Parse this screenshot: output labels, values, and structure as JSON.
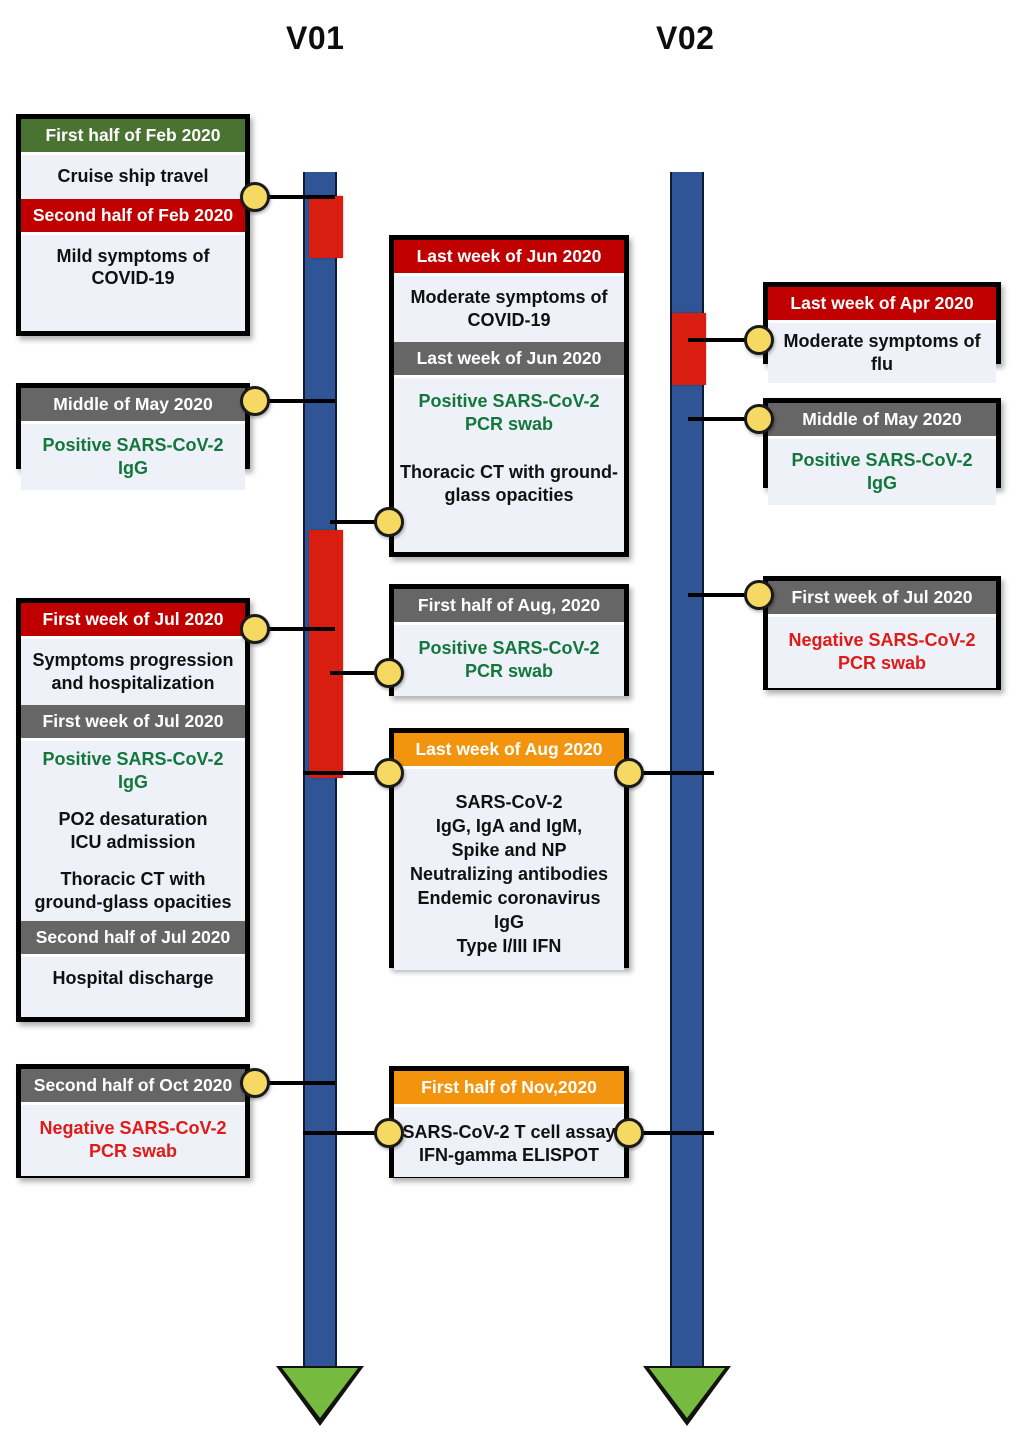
{
  "diagram": {
    "title": "COVID-19 patient timeline V01 / V02",
    "colors": {
      "axis_blue": "#2f5597",
      "axis_red": "#d91d11",
      "arrow_green": "#76bb3f",
      "header_grey": "#666666",
      "header_red": "#c00000",
      "header_green": "#4a7230",
      "header_orange": "#f2940d",
      "body_bg": "#eef1f8",
      "text_green": "#13773d",
      "text_red": "#e01b17",
      "connector_dot": "#f6d963"
    },
    "axes": [
      {
        "label": "V01"
      },
      {
        "label": "V02"
      }
    ]
  },
  "left_column": [
    {
      "name": "feb-2020-card",
      "segments": [
        {
          "type": "header",
          "style": "green",
          "text": "First half of Feb 2020"
        },
        {
          "type": "body",
          "style": "plain",
          "text": "Cruise ship travel"
        },
        {
          "type": "header",
          "style": "red",
          "text": "Second half of Feb 2020"
        },
        {
          "type": "body",
          "style": "plain",
          "text": "Mild symptoms of COVID-19"
        }
      ]
    },
    {
      "name": "may-2020-card",
      "segments": [
        {
          "type": "header",
          "style": "grey",
          "text": "Middle of May 2020"
        },
        {
          "type": "body",
          "style": "green",
          "text": "Positive SARS-CoV-2 IgG"
        }
      ]
    },
    {
      "name": "jul-2020-card",
      "segments": [
        {
          "type": "header",
          "style": "red",
          "text": "First week of Jul 2020"
        },
        {
          "type": "body",
          "style": "plain",
          "text": "Symptoms progression and hospitalization"
        },
        {
          "type": "header",
          "style": "grey",
          "text": "First week of Jul 2020"
        },
        {
          "type": "body",
          "style": "green",
          "text": "Positive SARS-CoV-2 IgG"
        },
        {
          "type": "body",
          "style": "plain",
          "text": "PO2 desaturation\nICU admission"
        },
        {
          "type": "body",
          "style": "plain",
          "text": "Thoracic CT with ground-glass opacities"
        },
        {
          "type": "header",
          "style": "grey",
          "text": "Second half of Jul 2020"
        },
        {
          "type": "body",
          "style": "plain",
          "text": "Hospital discharge"
        }
      ]
    },
    {
      "name": "oct-2020-card",
      "segments": [
        {
          "type": "header",
          "style": "grey",
          "text": "Second half of Oct 2020"
        },
        {
          "type": "body",
          "style": "red",
          "text": "Negative SARS-CoV-2 PCR swab"
        }
      ]
    }
  ],
  "middle_column": [
    {
      "name": "jun-2020-card",
      "segments": [
        {
          "type": "header",
          "style": "red",
          "text": "Last week of Jun 2020"
        },
        {
          "type": "body",
          "style": "plain",
          "text": "Moderate symptoms of COVID-19"
        },
        {
          "type": "header",
          "style": "grey",
          "text": "Last week of Jun 2020"
        },
        {
          "type": "body",
          "style": "green",
          "text": "Positive SARS-CoV-2 PCR swab"
        },
        {
          "type": "body",
          "style": "plain",
          "text": "Thoracic CT with ground-glass opacities"
        }
      ]
    },
    {
      "name": "aug-first-half-card",
      "segments": [
        {
          "type": "header",
          "style": "grey",
          "text": "First half of Aug, 2020"
        },
        {
          "type": "body",
          "style": "green",
          "text": "Positive SARS-CoV-2 PCR swab"
        }
      ]
    },
    {
      "name": "aug-last-week-card",
      "segments": [
        {
          "type": "header",
          "style": "orange",
          "text": "Last week of Aug 2020"
        },
        {
          "type": "body",
          "style": "plain",
          "text": "SARS-CoV-2\nIgG, IgA and IgM,\nSpike and NP\nNeutralizing antibodies\nEndemic  coronavirus IgG\nType I/III IFN"
        }
      ]
    },
    {
      "name": "nov-2020-card",
      "segments": [
        {
          "type": "header",
          "style": "orange",
          "text": "First half of Nov,2020"
        },
        {
          "type": "body",
          "style": "plain",
          "text": "SARS-CoV-2 T cell assay\nIFN-gamma ELISPOT"
        }
      ]
    }
  ],
  "right_column": [
    {
      "name": "apr-2020-card",
      "segments": [
        {
          "type": "header",
          "style": "red",
          "text": "Last week of Apr 2020"
        },
        {
          "type": "body",
          "style": "plain",
          "text": "Moderate symptoms of flu"
        }
      ]
    },
    {
      "name": "may-2020-card-v02",
      "segments": [
        {
          "type": "header",
          "style": "grey",
          "text": "Middle of May 2020"
        },
        {
          "type": "body",
          "style": "green",
          "text": "Positive SARS-CoV-2 IgG"
        }
      ]
    },
    {
      "name": "jul-2020-card-v02",
      "segments": [
        {
          "type": "header",
          "style": "grey",
          "text": "First week of Jul 2020"
        },
        {
          "type": "body",
          "style": "red",
          "text": "Negative SARS-CoV-2 PCR swab"
        }
      ]
    }
  ]
}
